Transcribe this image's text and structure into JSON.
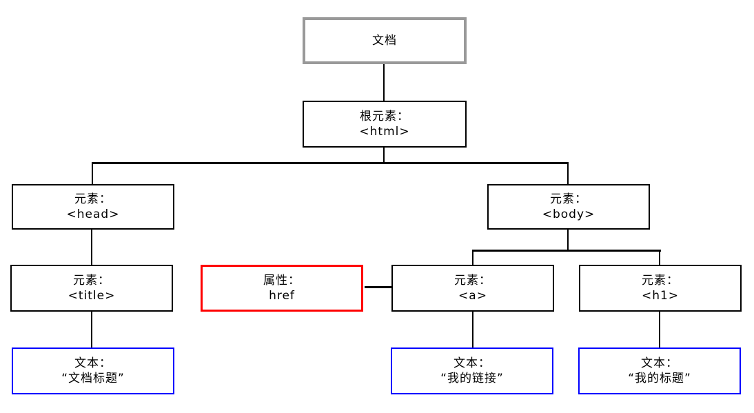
{
  "diagram": {
    "title": "HTML DOM tree",
    "colors": {
      "document_border": "#999999",
      "element_border": "#000000",
      "attribute_border": "#ff0000",
      "text_node_border": "#0000ff",
      "connector": "#000000",
      "background": "#ffffff"
    },
    "nodes": {
      "document": {
        "line1": "文档",
        "line2": ""
      },
      "root": {
        "line1": "根元素：",
        "line2": "<html>"
      },
      "head": {
        "line1": "元素：",
        "line2": "<head>"
      },
      "body": {
        "line1": "元素：",
        "line2": "<body>"
      },
      "title": {
        "line1": "元素：",
        "line2": "<title>"
      },
      "href": {
        "line1": "属性：",
        "line2": "href"
      },
      "a": {
        "line1": "元素：",
        "line2": "<a>"
      },
      "h1": {
        "line1": "元素：",
        "line2": "<h1>"
      },
      "text_title": {
        "line1": "文本：",
        "line2": "“文档标题”"
      },
      "text_link": {
        "line1": "文本：",
        "line2": "“我的链接”"
      },
      "text_h1": {
        "line1": "文本：",
        "line2": "“我的标题”"
      }
    }
  }
}
